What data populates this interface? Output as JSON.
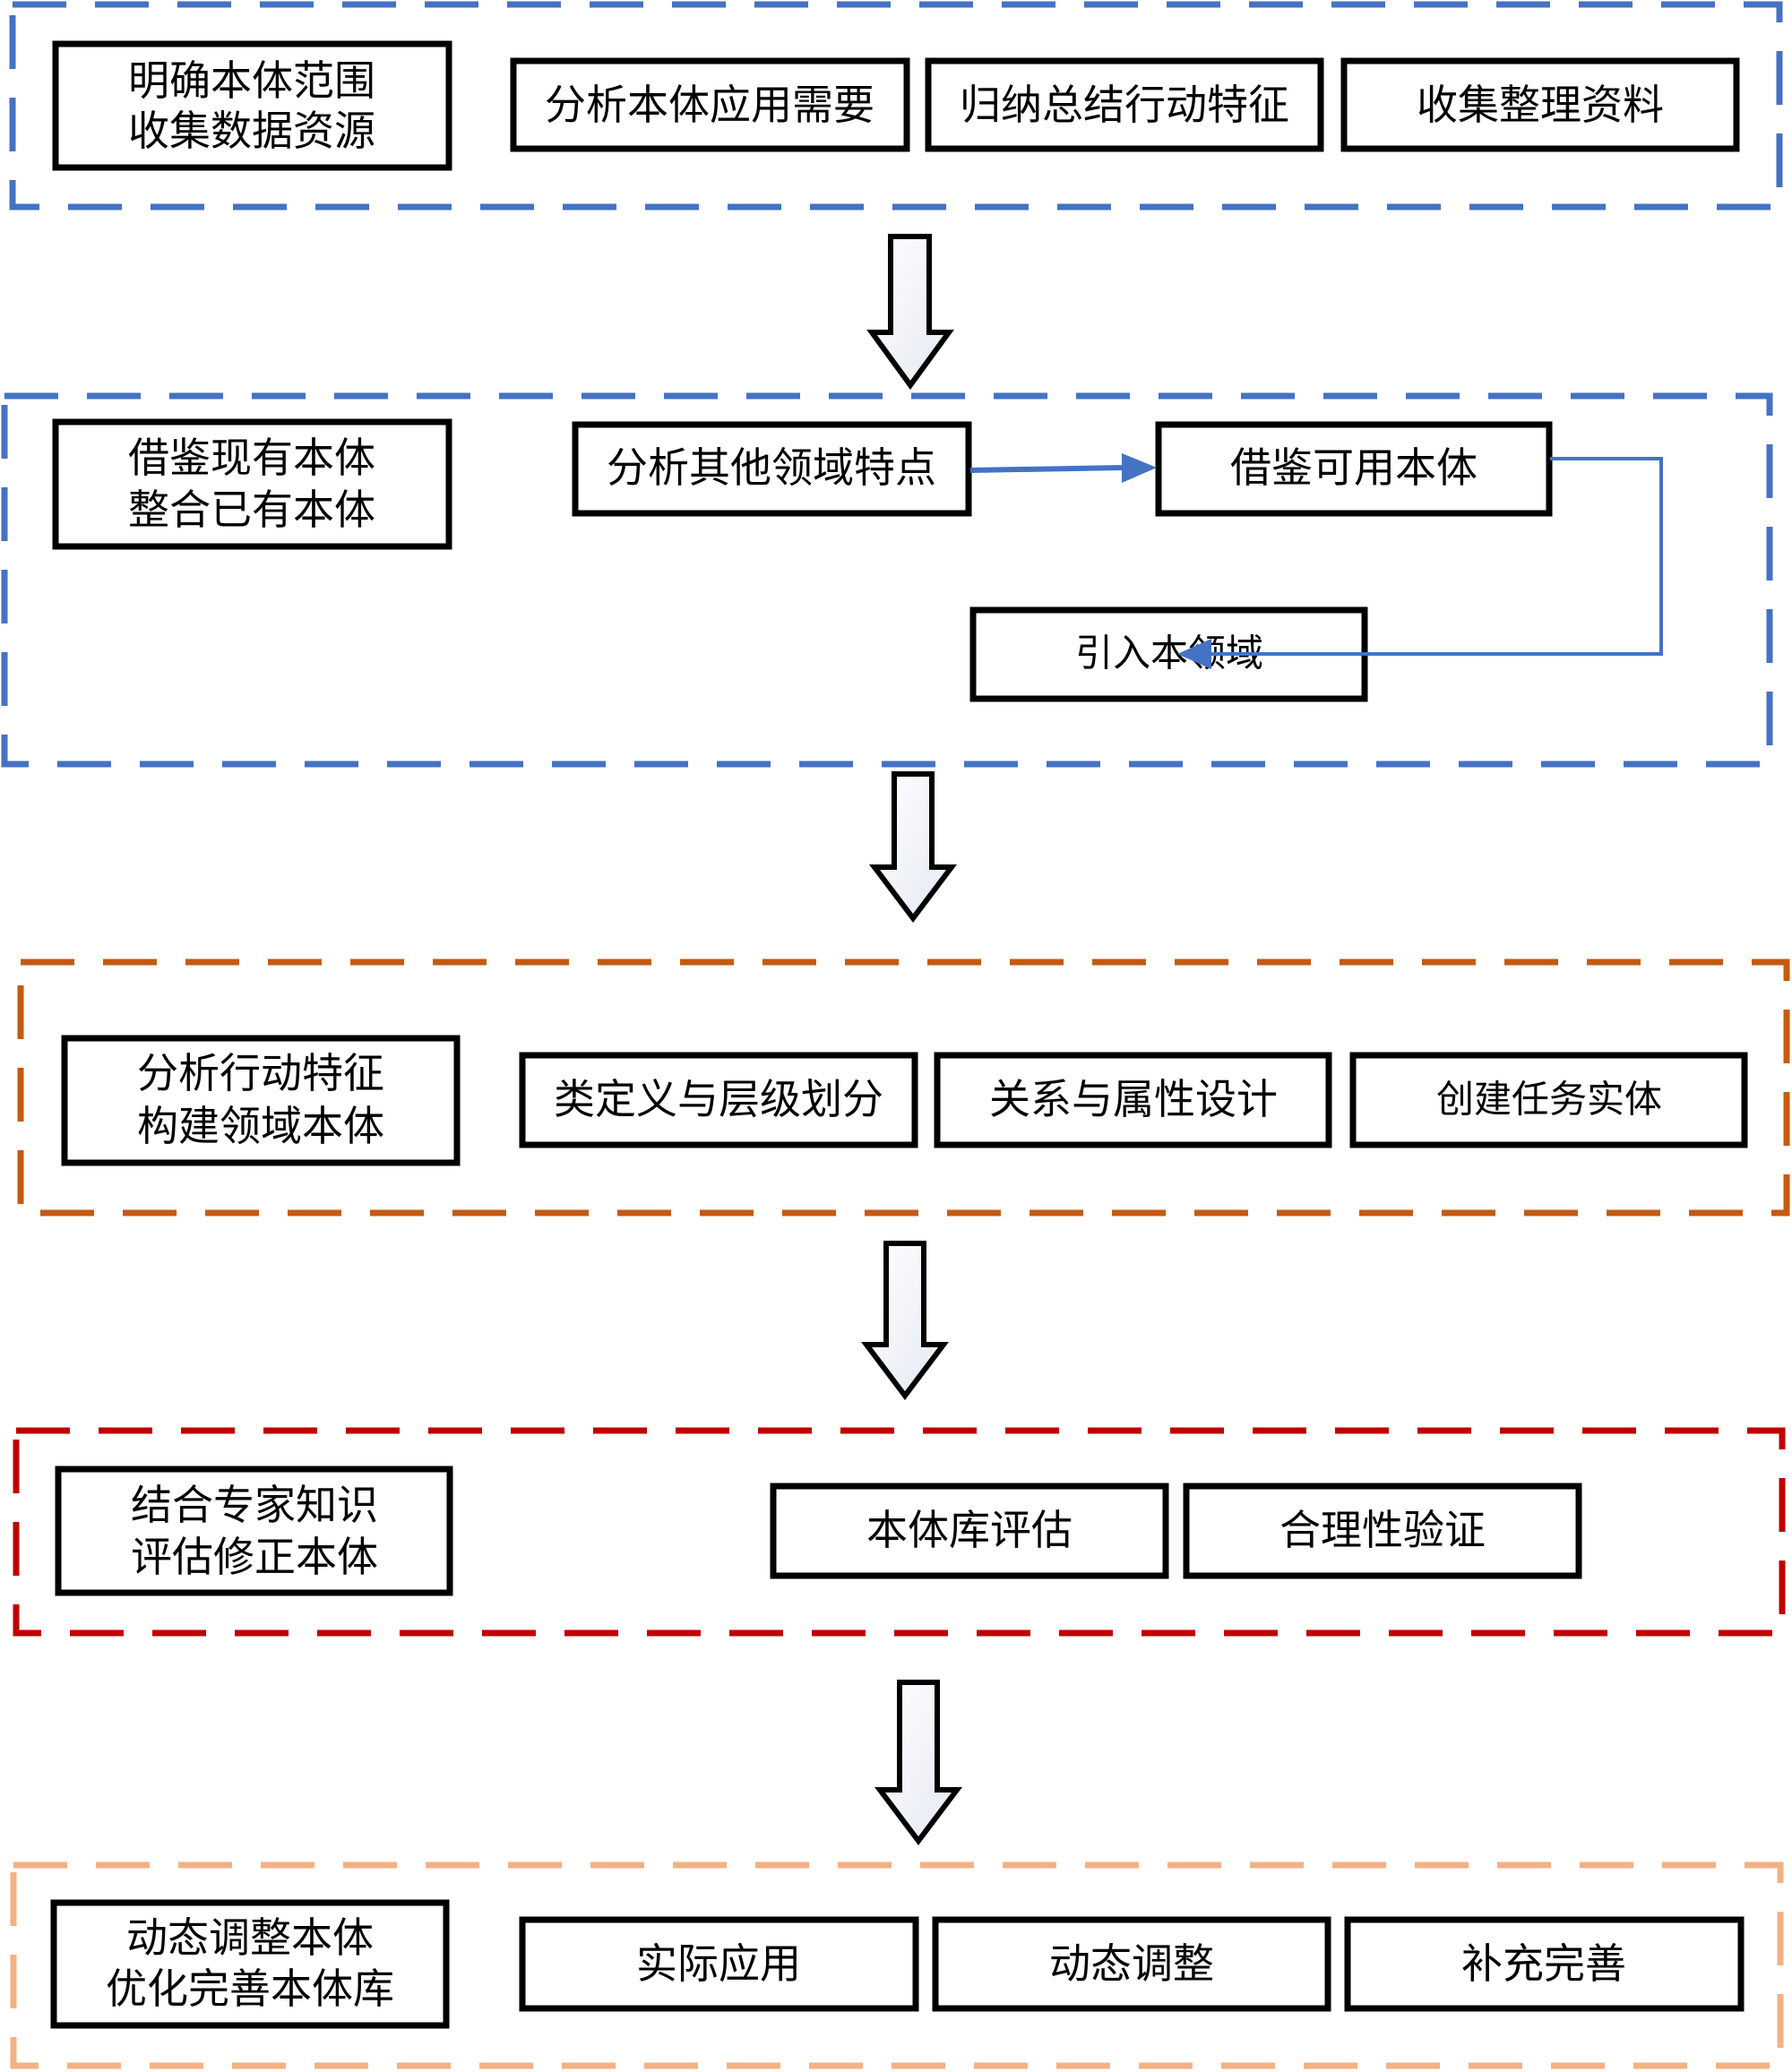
{
  "colors": {
    "stage1": "#4472C4",
    "stage2": "#4472C4",
    "stage3": "#C55A11",
    "stage4": "#C00000",
    "stage5": "#F4B183",
    "connector": "#4472C4",
    "box_border": "#000000"
  },
  "stages": [
    {
      "label": [
        "明确本体范围",
        "收集数据资源"
      ],
      "items": [
        "分析本体应用需要",
        "归纳总结行动特征",
        "收集整理资料"
      ]
    },
    {
      "label": [
        "借鉴现有本体",
        "整合已有本体"
      ],
      "items": [
        "分析其他领域特点",
        "借鉴可用本体",
        "引入本领域"
      ]
    },
    {
      "label": [
        "分析行动特征",
        "构建领域本体"
      ],
      "items": [
        "类定义与层级划分",
        "关系与属性设计",
        "创建任务实体"
      ]
    },
    {
      "label": [
        "结合专家知识",
        "评估修正本体"
      ],
      "items": [
        "本体库评估",
        "合理性验证"
      ]
    },
    {
      "label": [
        "动态调整本体",
        "优化完善本体库"
      ],
      "items": [
        "实际应用",
        "动态调整",
        "补充完善"
      ]
    }
  ],
  "flow": {
    "stage_arrows": [
      "down-arrow",
      "down-arrow",
      "down-arrow",
      "down-arrow"
    ],
    "stage2_links": [
      {
        "from": "分析其他领域特点",
        "to": "借鉴可用本体"
      },
      {
        "from": "借鉴可用本体",
        "to": "引入本领域"
      }
    ]
  }
}
